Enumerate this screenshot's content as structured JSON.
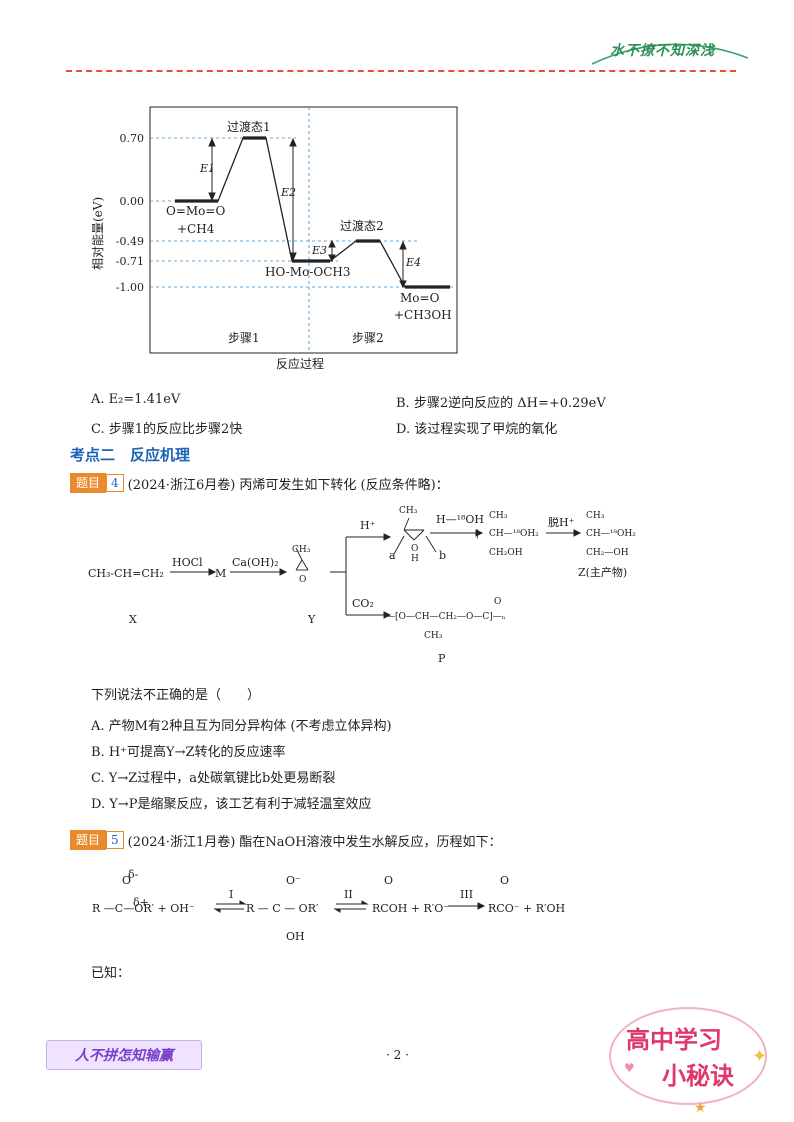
{
  "header": {
    "stamp": "水不撩不知深浅"
  },
  "chart_data": {
    "type": "line",
    "ylabel": "相对能量(eV)",
    "xlabel": "反应过程",
    "y_ticks": [
      "0.70",
      "0.00",
      "-0.49",
      "-0.71",
      "-1.00"
    ],
    "levels": [
      {
        "label": "O=Mo=O",
        "label2": "+CH4",
        "y": 0.0
      },
      {
        "label": "过渡态1",
        "y": 0.7
      },
      {
        "label": "HO-Mo-OCH3",
        "y": -0.71
      },
      {
        "label": "过渡态2",
        "y": -0.49
      },
      {
        "label": "Mo=O",
        "label2": "+CH3OH",
        "y": -1.0
      }
    ],
    "energies": [
      "E1",
      "E2",
      "E3",
      "E4"
    ],
    "steps": [
      "步骤1",
      "步骤2"
    ]
  },
  "q3_options": {
    "A": "A. E₂=1.41eV",
    "B": "B. 步骤2逆向反应的 ΔH=+0.29eV",
    "C": "C. 步骤1的反应比步骤2快",
    "D": "D. 该过程实现了甲烷的氧化"
  },
  "section_title": "考点二　反应机理",
  "q4": {
    "badge": "题目",
    "num": "4",
    "text": "(2024·浙江6月卷) 丙烯可发生如下转化 (反应条件略)：",
    "scheme": {
      "x_formula": "CH₃-CH=CH₂",
      "x_label": "X",
      "reagent1": "HOCl",
      "m_label": "M",
      "reagent2": "Ca(OH)₂",
      "y_label": "Y",
      "h_plus": "H⁺",
      "h18oh": "H—¹⁸OH",
      "deprot": "脱H⁺",
      "a": "a",
      "b": "b",
      "co2": "CO₂",
      "p_label": "P",
      "z_label": "Z(主产物)"
    },
    "stem": "下列说法不正确的是（　　）",
    "options": {
      "A": "A. 产物M有2种且互为同分异构体 (不考虑立体异构)",
      "B": "B. H⁺可提高Y→Z转化的反应速率",
      "C": "C. Y→Z过程中，a处碳氧键比b处更易断裂",
      "D": "D. Y→P是缩聚反应，该工艺有利于减轻温室效应"
    }
  },
  "q5": {
    "badge": "题目",
    "num": "5",
    "text": "(2024·浙江1月卷) 酯在NaOH溶液中发生水解反应，历程如下：",
    "scheme": {
      "step1": "I",
      "step2": "II",
      "step3": "III"
    },
    "known": "已知："
  },
  "footer": {
    "left": "人不拼怎知输赢",
    "page": "· 2 ·",
    "logo_line1": "高中学习",
    "logo_line2": "小秘诀"
  }
}
